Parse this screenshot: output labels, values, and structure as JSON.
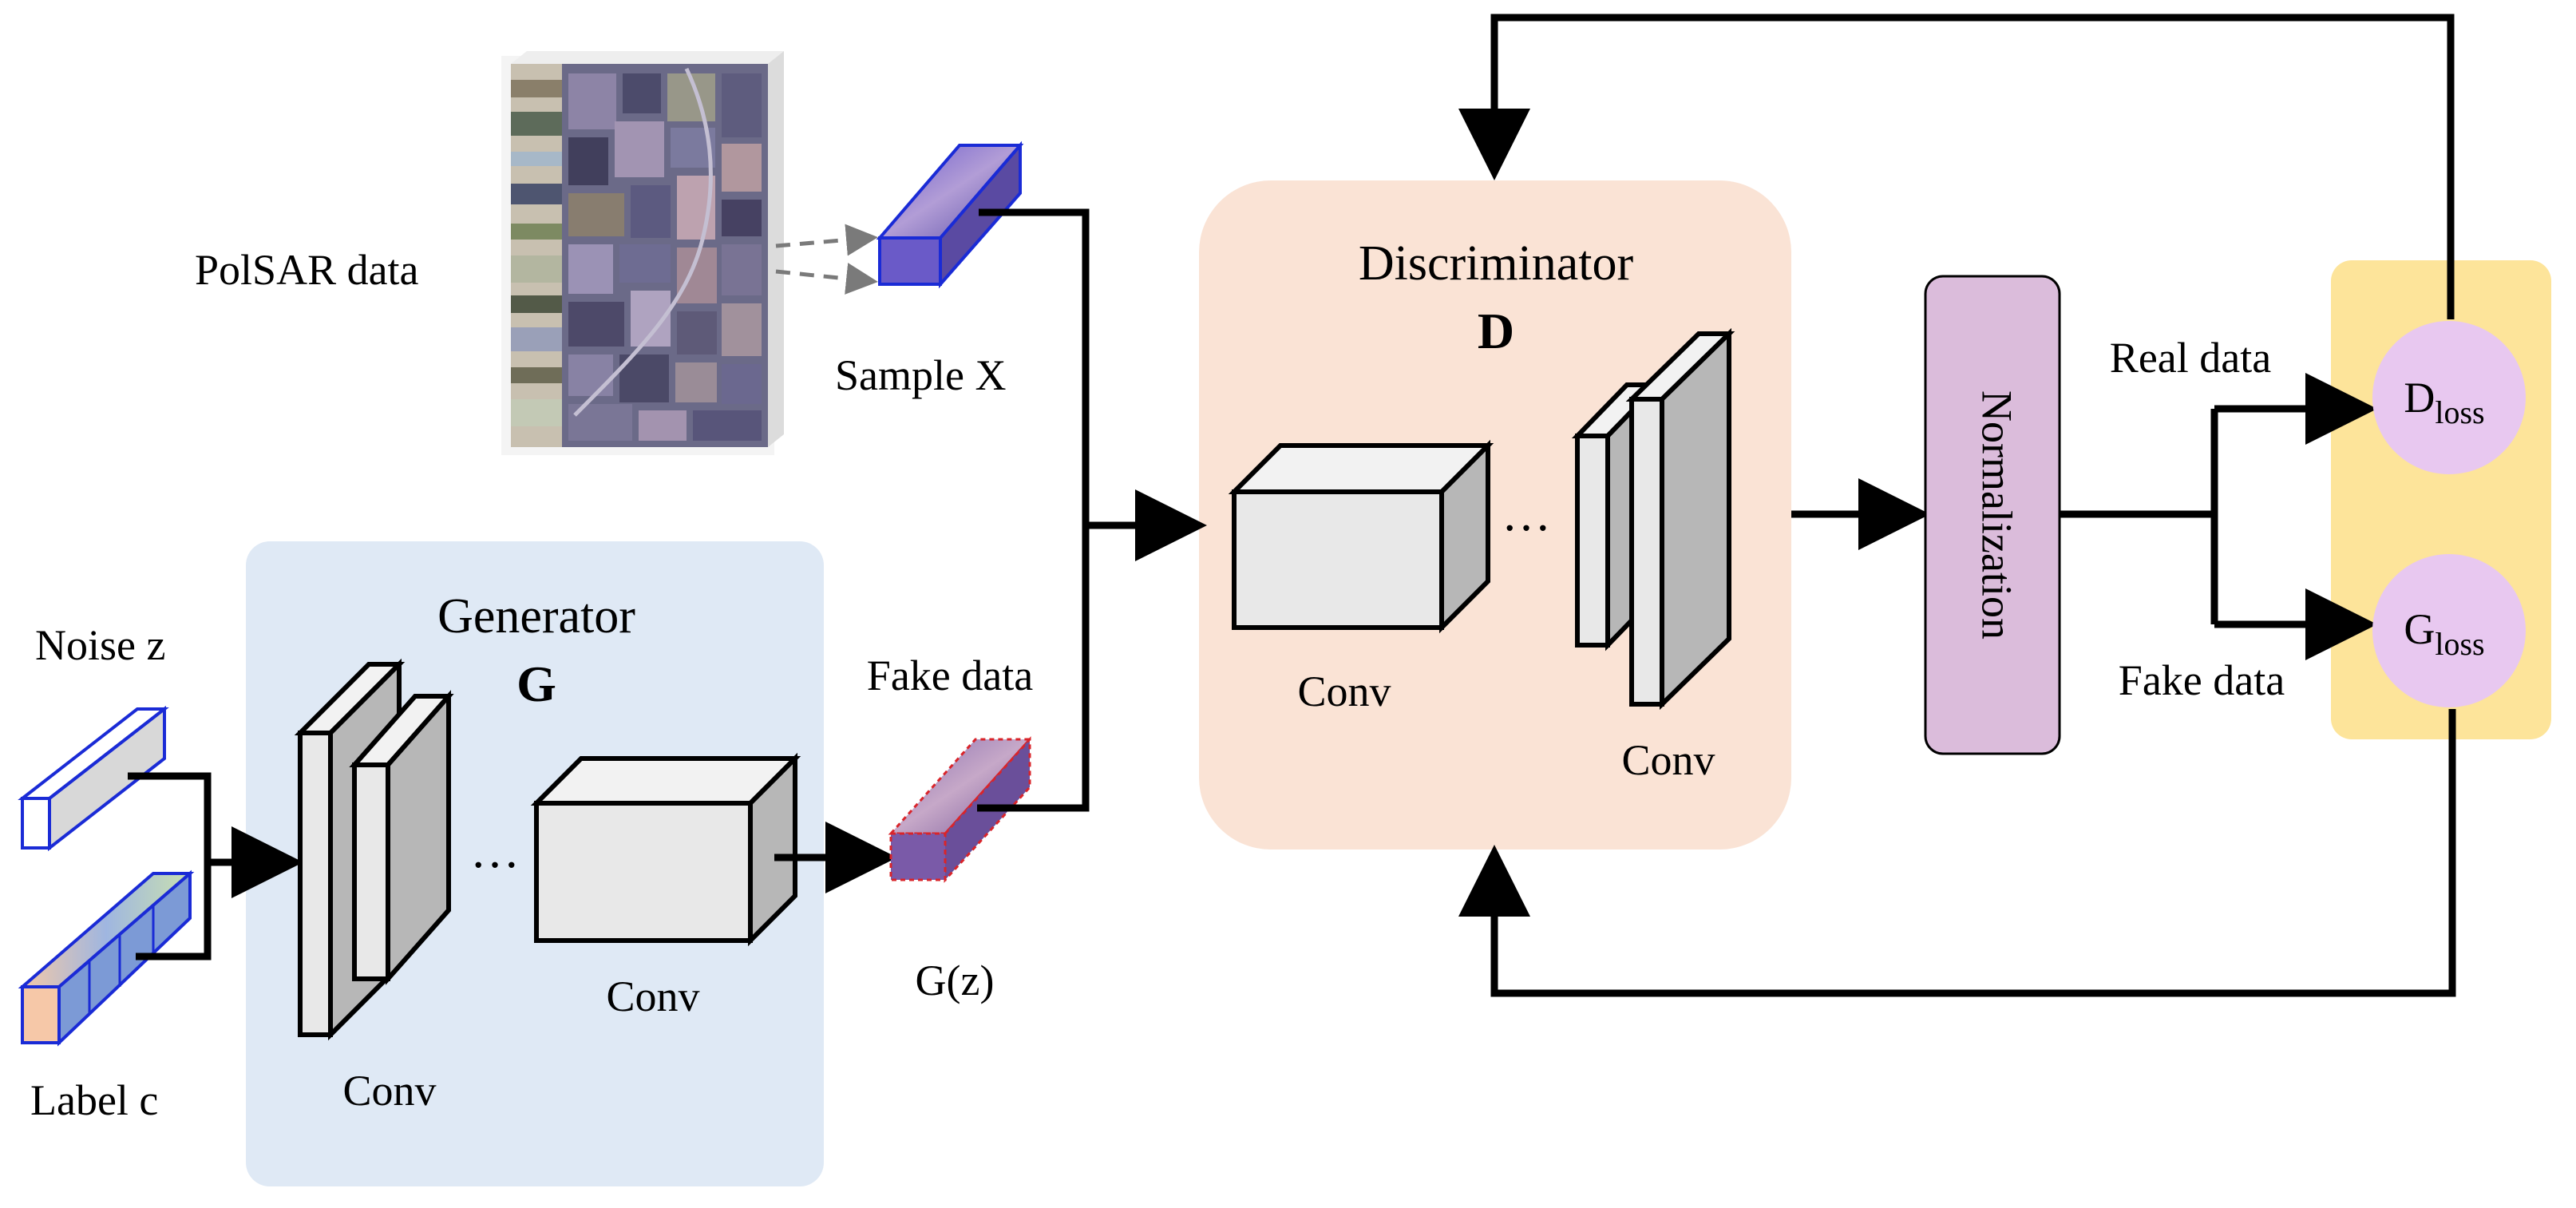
{
  "diagram": {
    "polsar": {
      "label": "PolSAR data"
    },
    "sample": {
      "label": "Sample X"
    },
    "noise": {
      "label": "Noise z"
    },
    "label_c": {
      "label": "Label c"
    },
    "generator": {
      "title": "Generator",
      "symbol": "G",
      "conv1": "Conv",
      "conv2": "Conv"
    },
    "fake_data": {
      "label": "Fake data"
    },
    "gz": {
      "label": "G(z)"
    },
    "discriminator": {
      "title": "Discriminator",
      "symbol": "D",
      "conv1": "Conv",
      "conv2": "Conv"
    },
    "ellipsis": "…",
    "normalization": {
      "label": "Normalization"
    },
    "real_data_out": {
      "label": "Real data"
    },
    "fake_data_out": {
      "label": "Fake data"
    },
    "d_loss": {
      "main": "D",
      "sub": "loss"
    },
    "g_loss": {
      "main": "G",
      "sub": "loss"
    },
    "colors": {
      "generator_panel": "#dfe9f5",
      "discriminator_panel": "#fae3d5",
      "normalization_box": "#dbbcdb",
      "loss_panel": "#fde49a",
      "loss_circle": "#e8c8f0",
      "block_front": "#e8e8e8",
      "block_top": "#f2f2f2",
      "block_side": "#b7b7b7"
    }
  }
}
